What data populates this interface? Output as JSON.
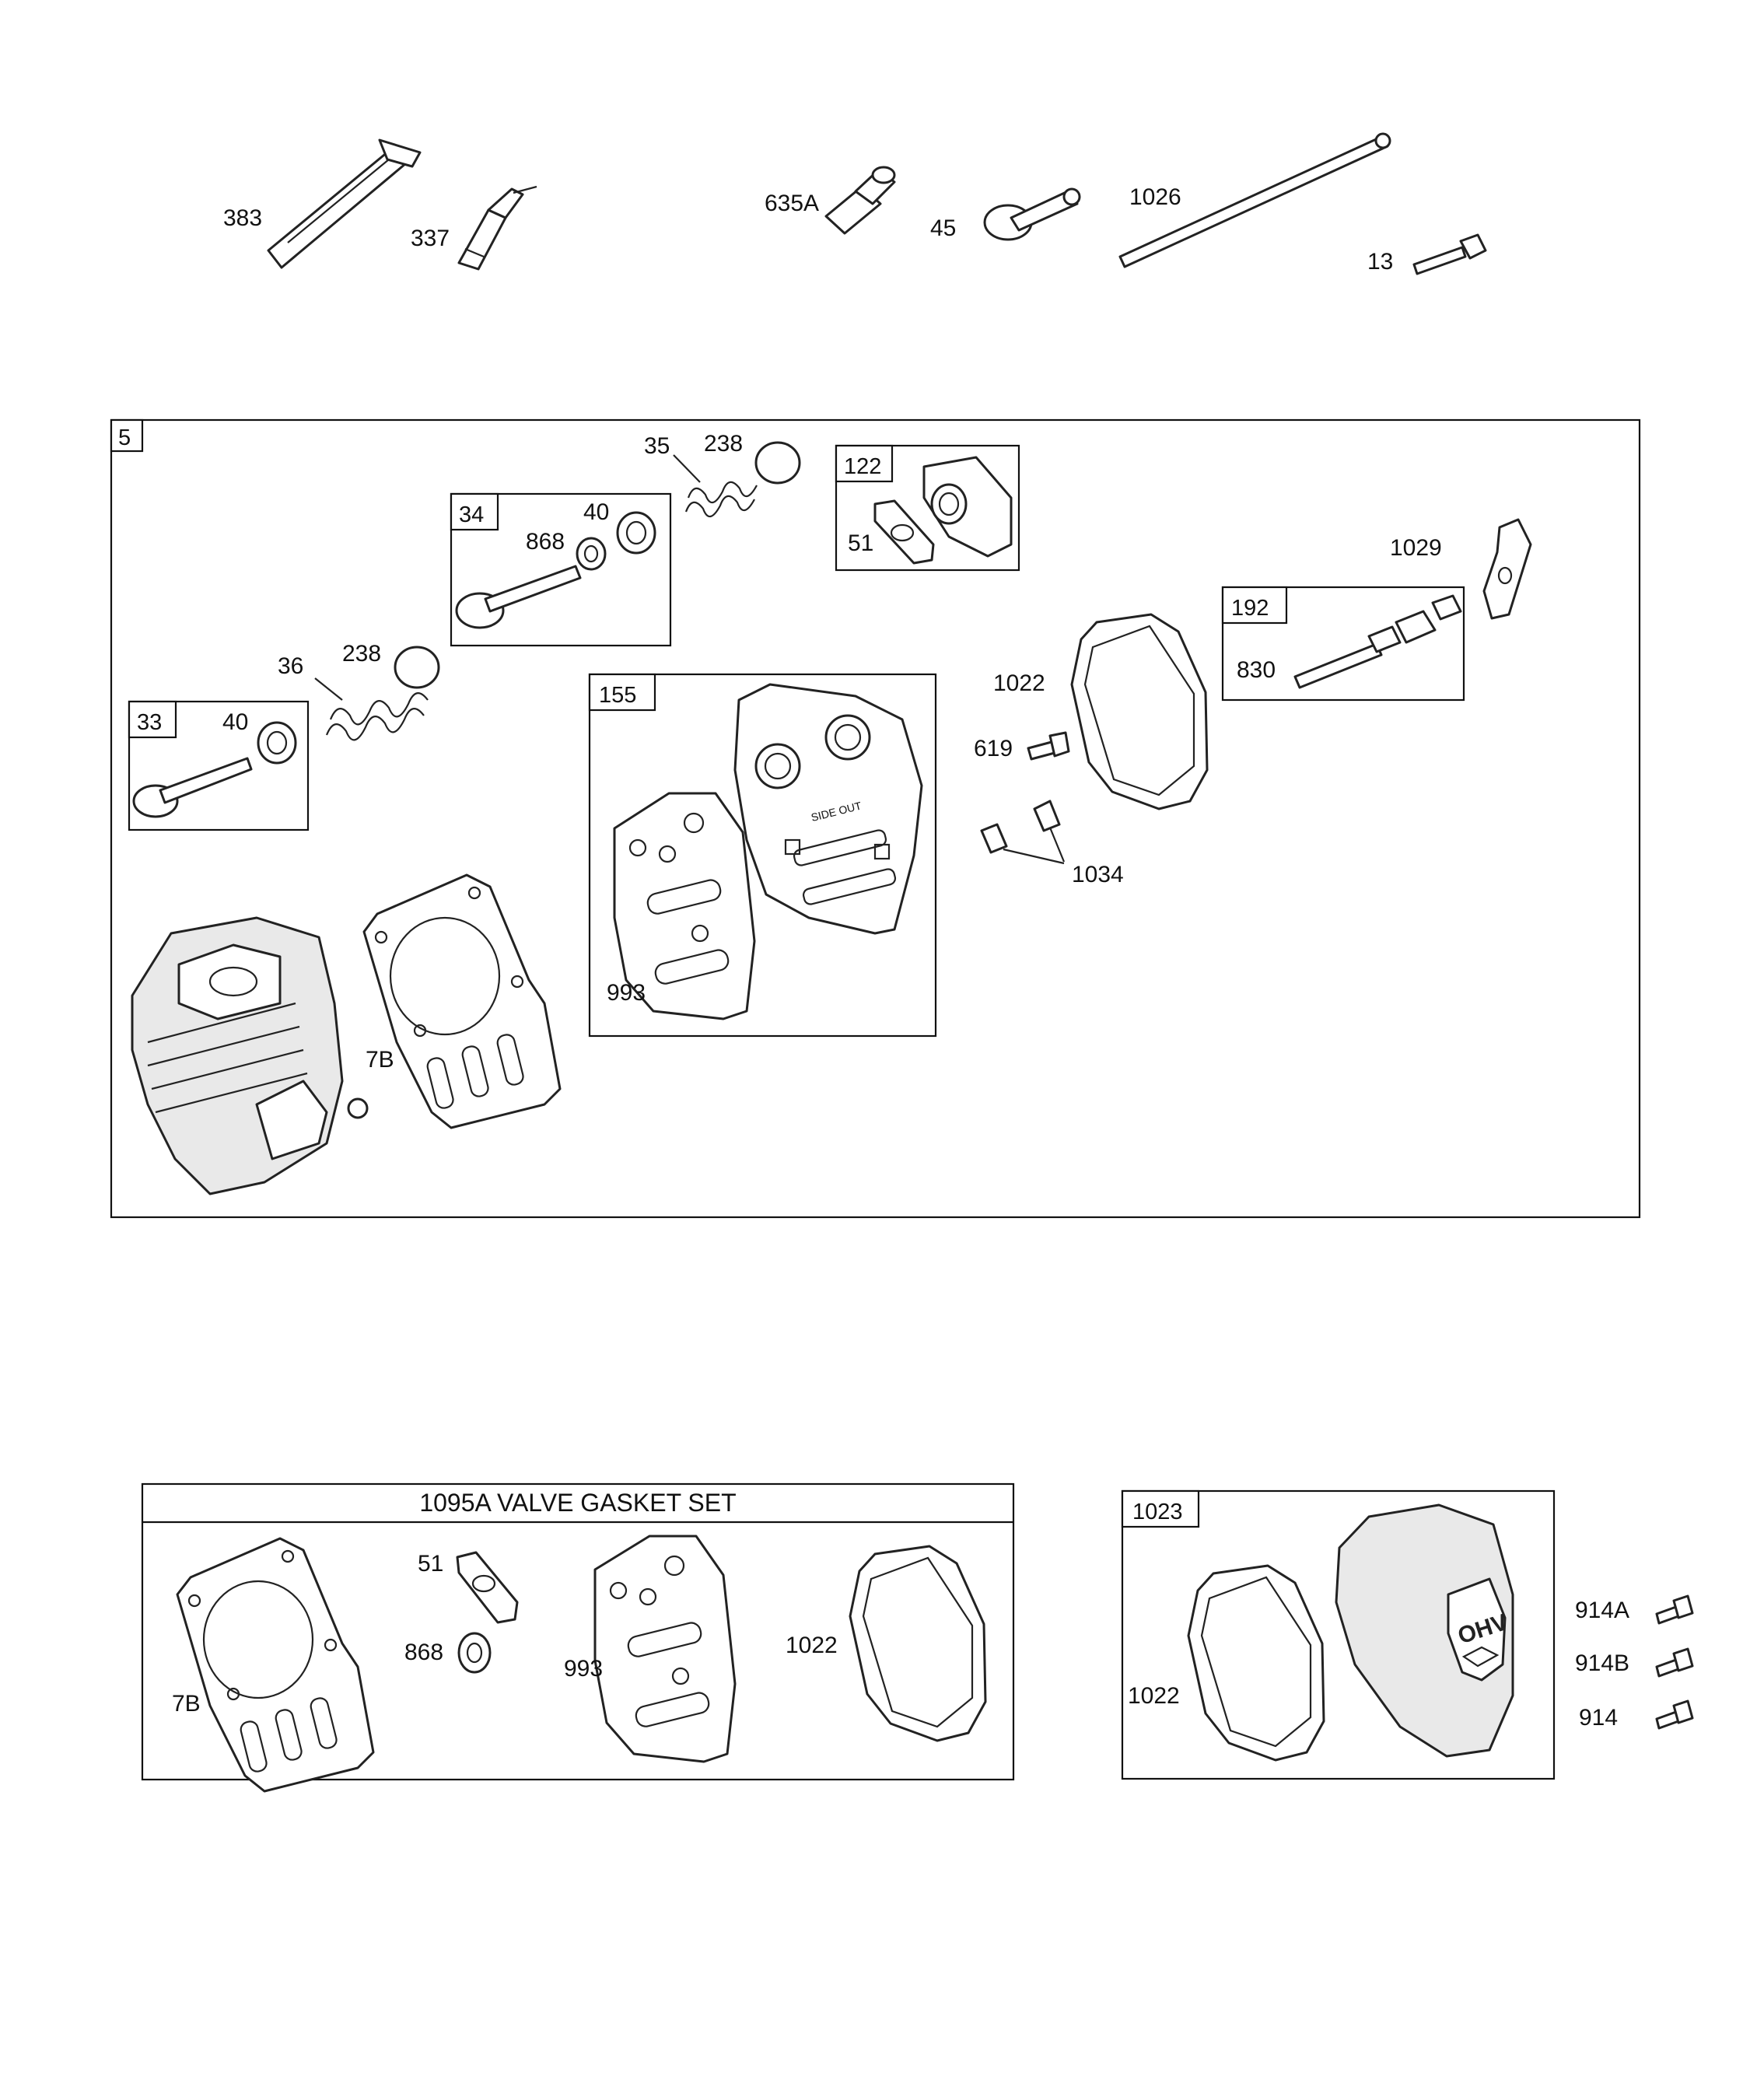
{
  "parts_top": {
    "p383": "383",
    "p337": "337",
    "p635a": "635A",
    "p45": "45",
    "p1026": "1026",
    "p13": "13"
  },
  "assembly5": {
    "tag": "5",
    "box33": {
      "tag": "33",
      "p40": "40"
    },
    "p36": "36",
    "p238a": "238",
    "box34": {
      "tag": "34",
      "p40": "40",
      "p868": "868"
    },
    "p35": "35",
    "p238b": "238",
    "box122": {
      "tag": "122",
      "p51": "51"
    },
    "box155": {
      "tag": "155",
      "p993": "993",
      "side_out": "SIDE OUT"
    },
    "p7b": "7B",
    "p1022": "1022",
    "p619": "619",
    "p1034": "1034",
    "box192": {
      "tag": "192",
      "p830": "830"
    },
    "p1029": "1029"
  },
  "gasket_set": {
    "title": "1095A VALVE GASKET SET",
    "p7b": "7B",
    "p51": "51",
    "p868": "868",
    "p993": "993",
    "p1022": "1022"
  },
  "cover_1023": {
    "tag": "1023",
    "p1022": "1022",
    "logo_text": "OHV",
    "p914a": "914A",
    "p914b": "914B",
    "p914": "914"
  }
}
